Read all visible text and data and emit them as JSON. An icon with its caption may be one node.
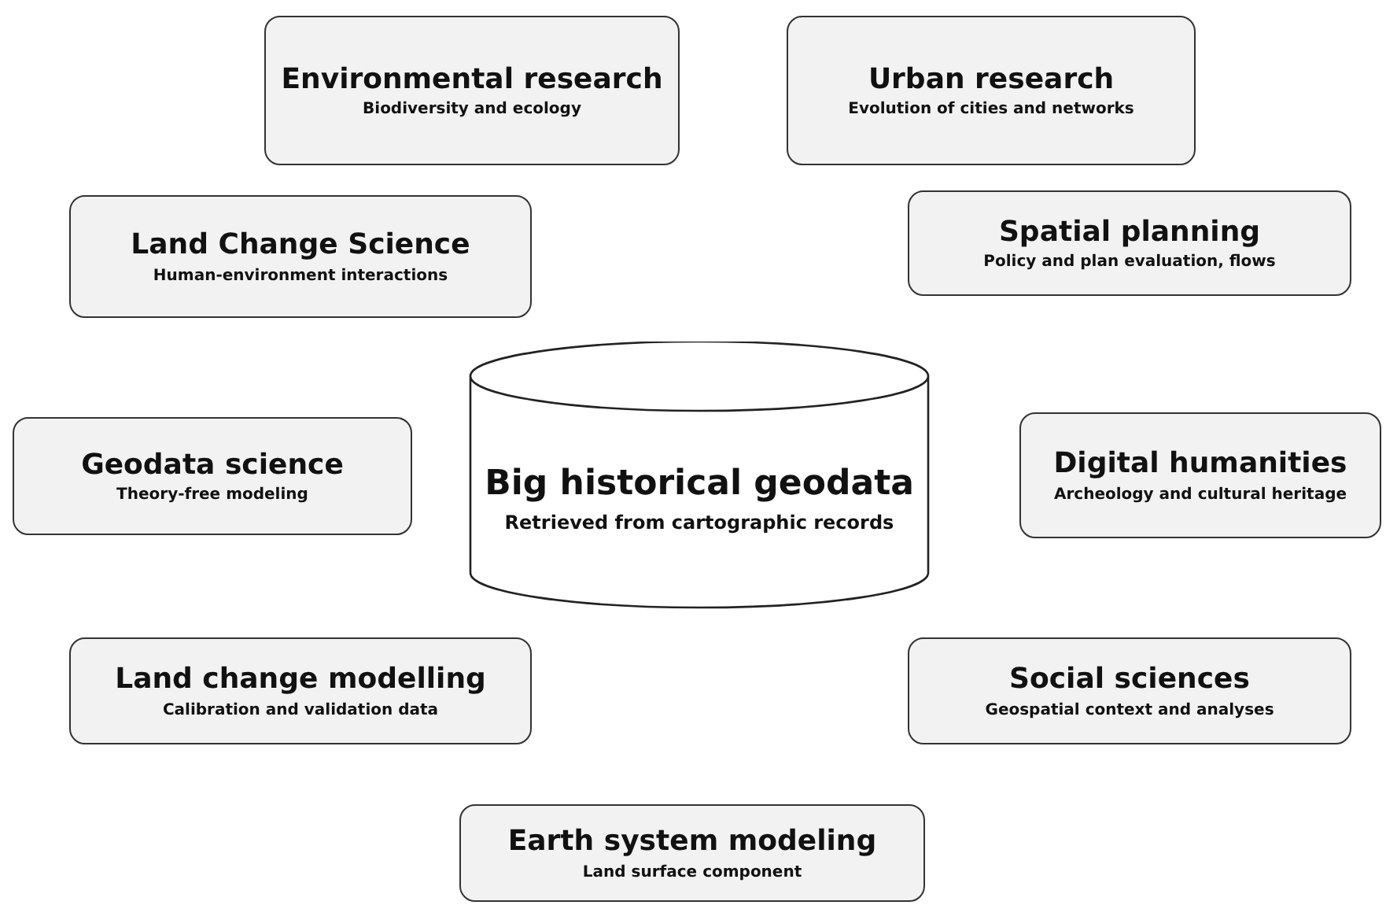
{
  "diagram": {
    "nodes": [
      {
        "text": [
          "Environmental research",
          "Biodiversity and ecology"
        ]
      },
      {
        "text": [
          "Urban research",
          "Evolution of cities and networks"
        ]
      },
      {
        "text": [
          "Land Change Science",
          "Human-environment interactions"
        ]
      },
      {
        "text": [
          "Spatial planning",
          "Policy and plan evaluation, flows"
        ]
      },
      {
        "text": [
          "Geodata science",
          "Theory-free modeling"
        ]
      },
      {
        "text": [
          "Big historical geodata",
          "Retrieved from cartographic records"
        ]
      },
      {
        "text": [
          "Digital humanities",
          "Archeology and cultural heritage"
        ]
      },
      {
        "text": [
          "Land change modelling",
          "Calibration and validation data"
        ]
      },
      {
        "text": [
          "Social sciences",
          "Geospatial context and analyses"
        ]
      },
      {
        "text": [
          "Earth system modeling",
          "Land surface component"
        ]
      }
    ],
    "edges": []
  }
}
